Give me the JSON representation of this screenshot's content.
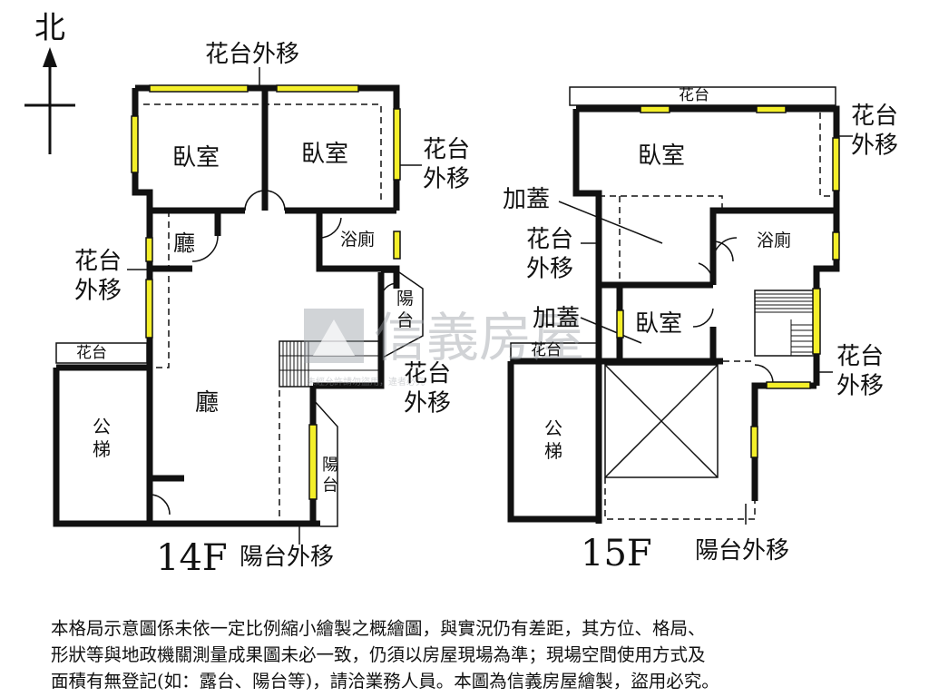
{
  "compass": {
    "north_label": "北"
  },
  "floors": {
    "f14": {
      "label": "14F",
      "rooms": {
        "bedroom_left": "臥室",
        "bedroom_right": "臥室",
        "hall_small": "廳",
        "hall_main": "廳",
        "bathroom": "浴廁",
        "balcony_right_upper": "陽\n台",
        "balcony_right_lower": "陽\n台",
        "public_stair": "公\n梯",
        "planter_small": "花台"
      },
      "annotations": {
        "planter_top": "花台外移",
        "planter_right": "花台\n外移",
        "planter_left": "花台\n外移",
        "planter_mid": "花台\n外移",
        "balcony_bottom": "陽台外移"
      }
    },
    "f15": {
      "label": "15F",
      "rooms": {
        "planter_top": "花台",
        "bedroom_top": "臥室",
        "bathroom": "浴廁",
        "bedroom_mid": "臥室",
        "planter_small": "花台",
        "public_stair": "公\n梯"
      },
      "annotations": {
        "planter_right_top": "花台\n外移",
        "addition_upper": "加蓋",
        "planter_left": "花台\n外移",
        "addition_lower": "加蓋",
        "planter_right_bottom": "花台\n外移",
        "balcony_bottom": "陽台外移"
      }
    }
  },
  "watermark": {
    "brand": "信義房屋",
    "sub": "未經允許請勿盜用，違者必究"
  },
  "disclaimer": {
    "lines": [
      "本格局示意圖係未依一定比例縮小繪製之概繪圖，與實況仍有差距，其方位、格局、",
      "形狀等與地政機關測量成果圖未必一致，仍須以房屋現場為準；現場空間使用方式及",
      "面積有無登記(如：露台、陽台等)，請洽業務人員。本圖為信義房屋繪製，盜用必究。"
    ]
  },
  "colors": {
    "wall": "#111111",
    "window": "#f4ef2a",
    "watermark": "#9aa0a6"
  }
}
